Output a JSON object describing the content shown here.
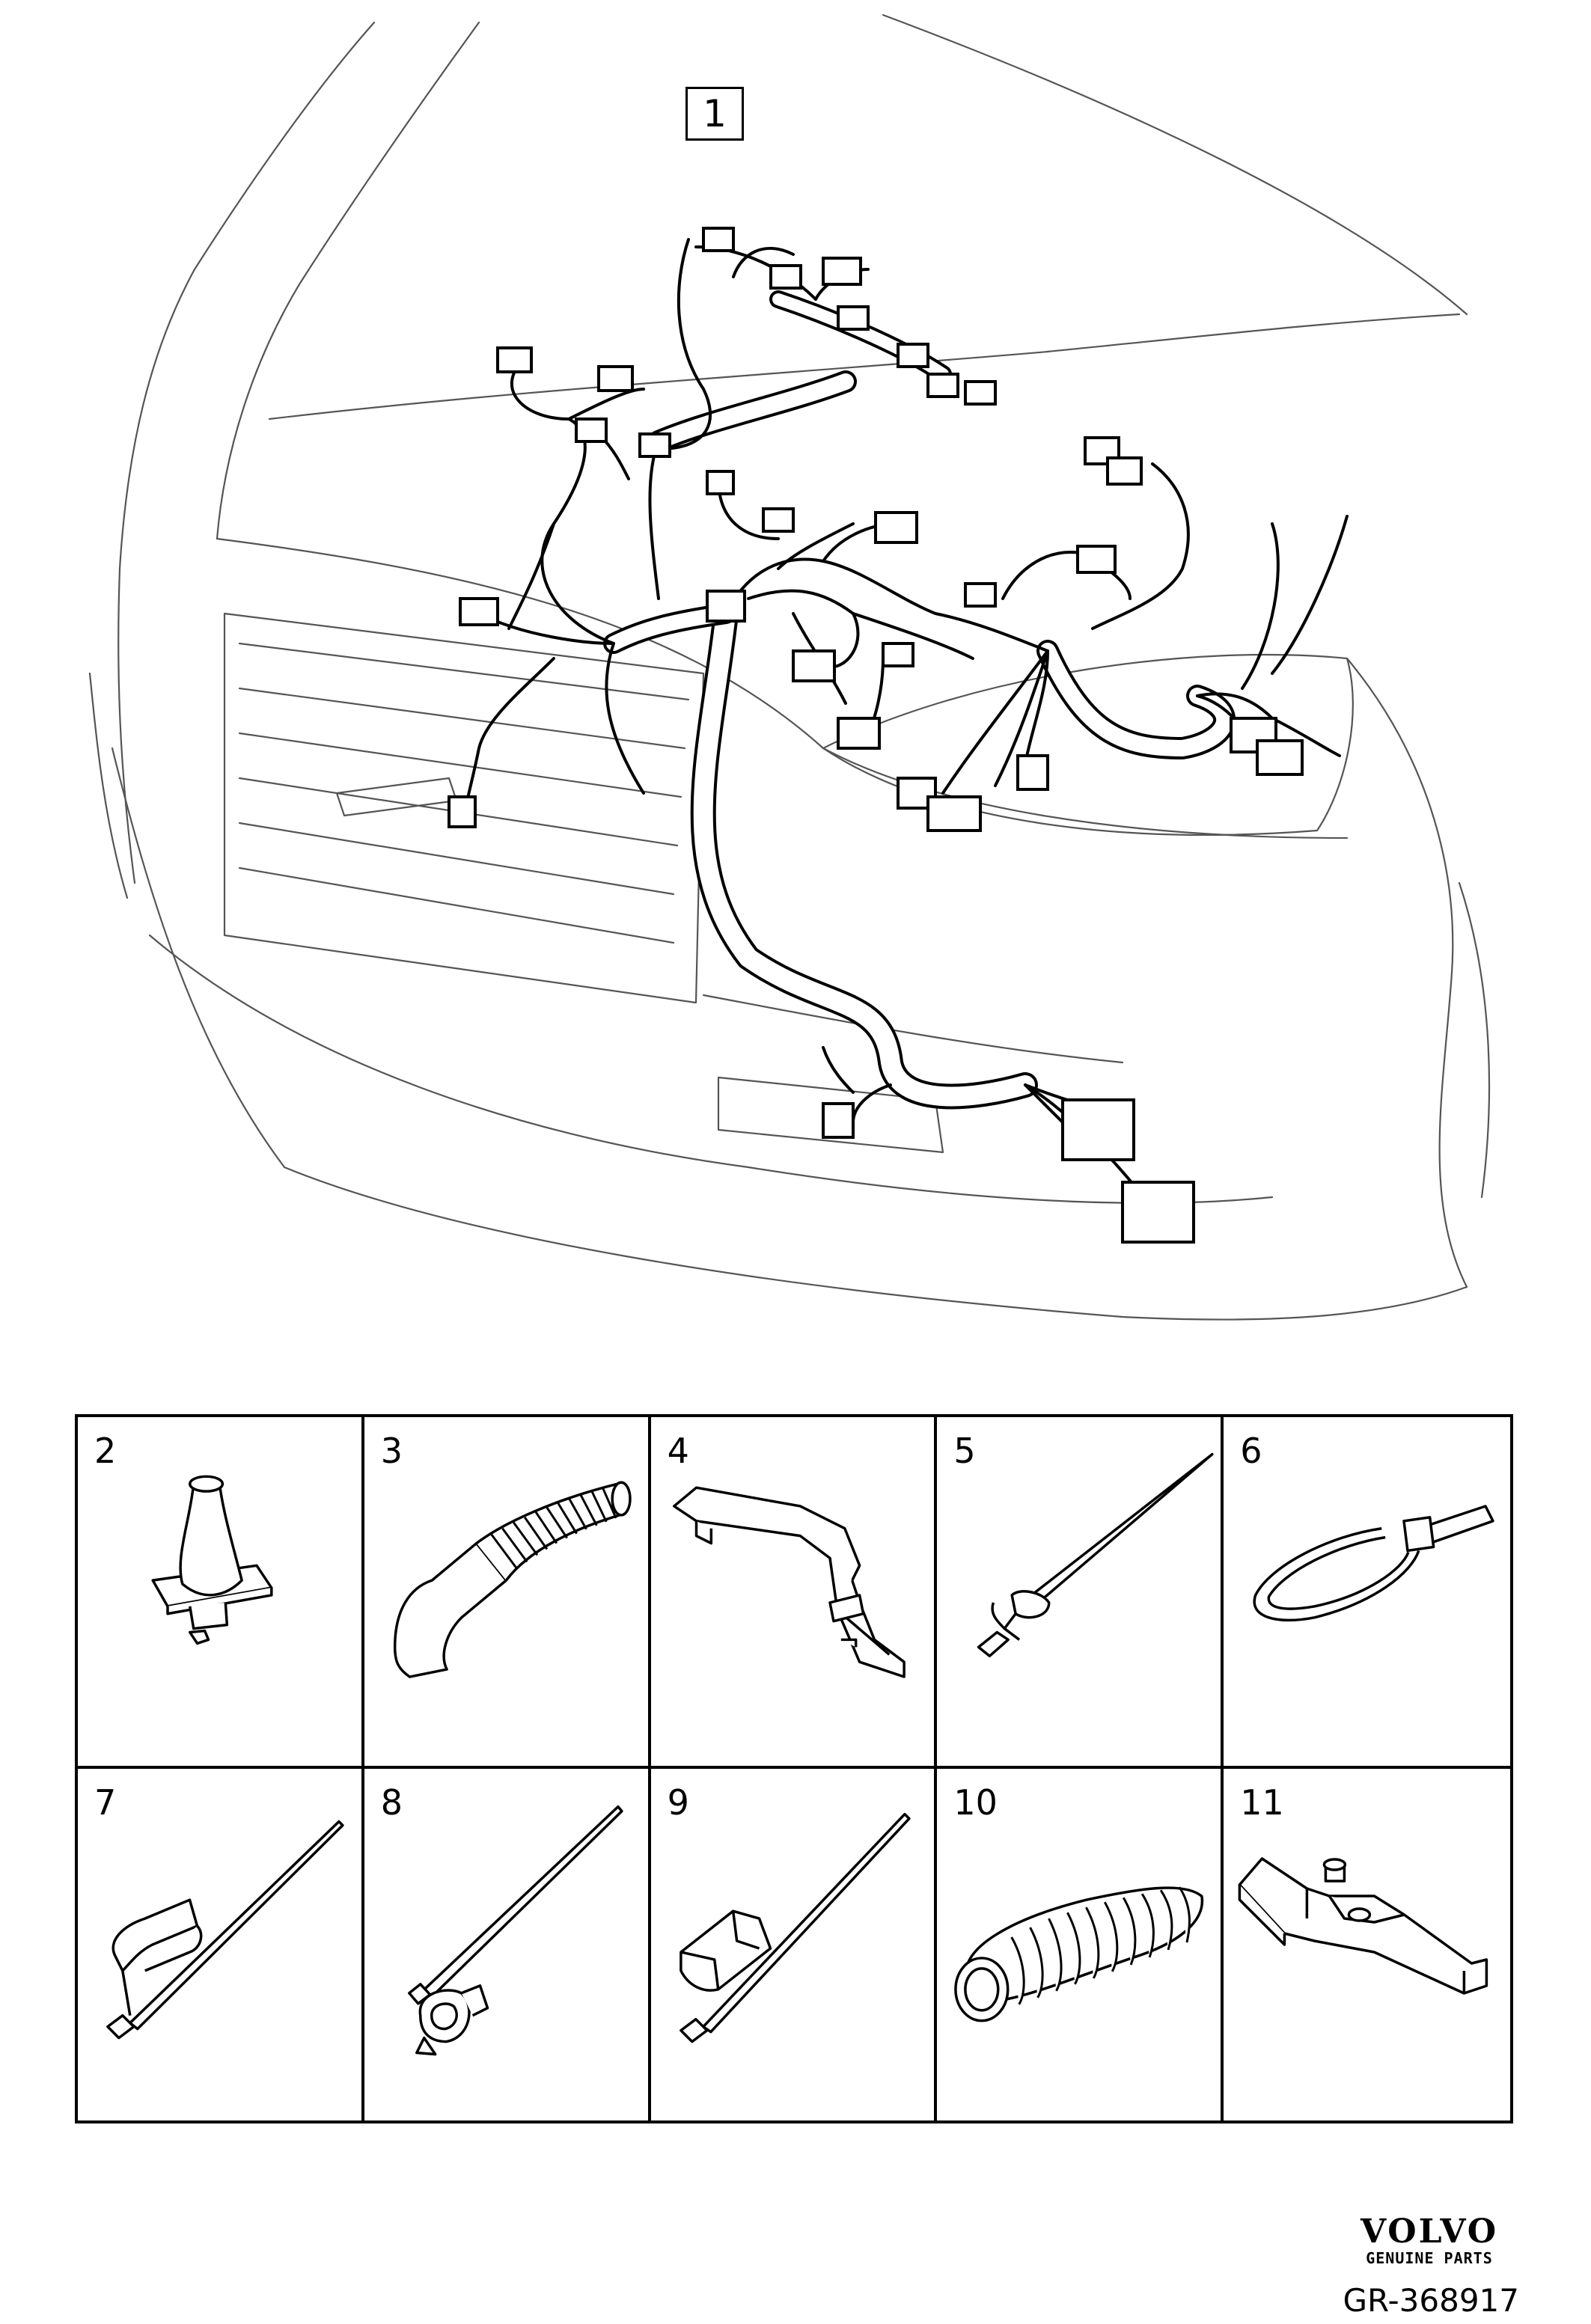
{
  "diagram": {
    "main_callout": "1",
    "parts": [
      {
        "number": "2",
        "icon": "grommet-icon"
      },
      {
        "number": "3",
        "icon": "corrugated-elbow-icon"
      },
      {
        "number": "4",
        "icon": "cable-channel-icon"
      },
      {
        "number": "5",
        "icon": "cable-tie-clip-icon"
      },
      {
        "number": "6",
        "icon": "strap-loop-icon"
      },
      {
        "number": "7",
        "icon": "tie-with-sleeve-icon"
      },
      {
        "number": "8",
        "icon": "tie-with-clip-icon"
      },
      {
        "number": "9",
        "icon": "tie-with-channel-clip-icon"
      },
      {
        "number": "10",
        "icon": "corrugated-tube-icon"
      },
      {
        "number": "11",
        "icon": "bracket-holder-icon"
      }
    ]
  },
  "branding": {
    "name": "VOLVO",
    "tagline": "GENUINE PARTS"
  },
  "figure_ref": "GR-368917"
}
